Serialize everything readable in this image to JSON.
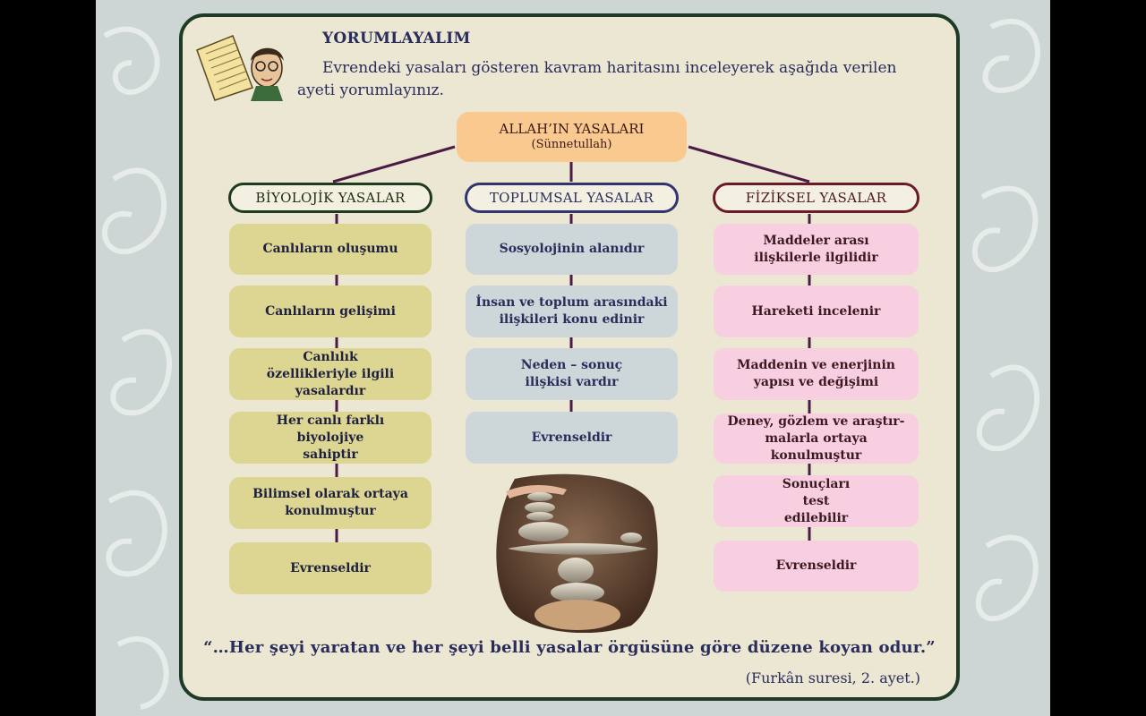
{
  "header": {
    "title": "YORUMLAYALIM",
    "intro": "Evrendeki yasaları gösteren kavram haritasını inceleyerek aşağıda verilen ayeti yorumlayınız."
  },
  "root": {
    "title": "ALLAH’IN YASALARI",
    "subtitle": "(Sünnetullah)"
  },
  "columns": {
    "biological": {
      "title": "BİYOLOJİK YASALAR",
      "items": [
        "Canlıların oluşumu",
        "Canlıların gelişimi",
        "Canlılık özellikleriyle ilgili yasalardır",
        "Her canlı farklı biyolojiye sahiptir",
        "Bilimsel olarak ortaya konulmuştur",
        "Evrenseldir"
      ]
    },
    "social": {
      "title": "TOPLUMSAL YASALAR",
      "items": [
        "Sosyolojinin alanıdır",
        "İnsan ve toplum arasındaki ilişkileri konu edinir",
        "Neden – sonuç ilişkisi vardır",
        "Evrenseldir"
      ]
    },
    "physical": {
      "title": "FİZİKSEL YASALAR",
      "items": [
        "Maddeler arası ilişkilerle ilgilidir",
        "Hareketi incelenir",
        "Maddenin ve enerjinin yapısı ve değişimi",
        "Deney, gözlem ve araştır-malarla ortaya konulmuştur",
        "Sonuçları test edilebilir",
        "Evrenseldir"
      ]
    }
  },
  "quote": "“…Her şeyi yaratan ve her şeyi belli yasalar örgüsüne göre düzene koyan odur.”",
  "source": "(Furkân suresi, 2. ayet.)",
  "colors": {
    "border": "#1f3a25",
    "card": "#ebe7d2",
    "bio_fill": "#ddd592",
    "social_fill": "#cdd6d8",
    "physical_fill": "#f8cfe0",
    "root_fill": "#f9c98f",
    "connector": "#4a1c45"
  }
}
